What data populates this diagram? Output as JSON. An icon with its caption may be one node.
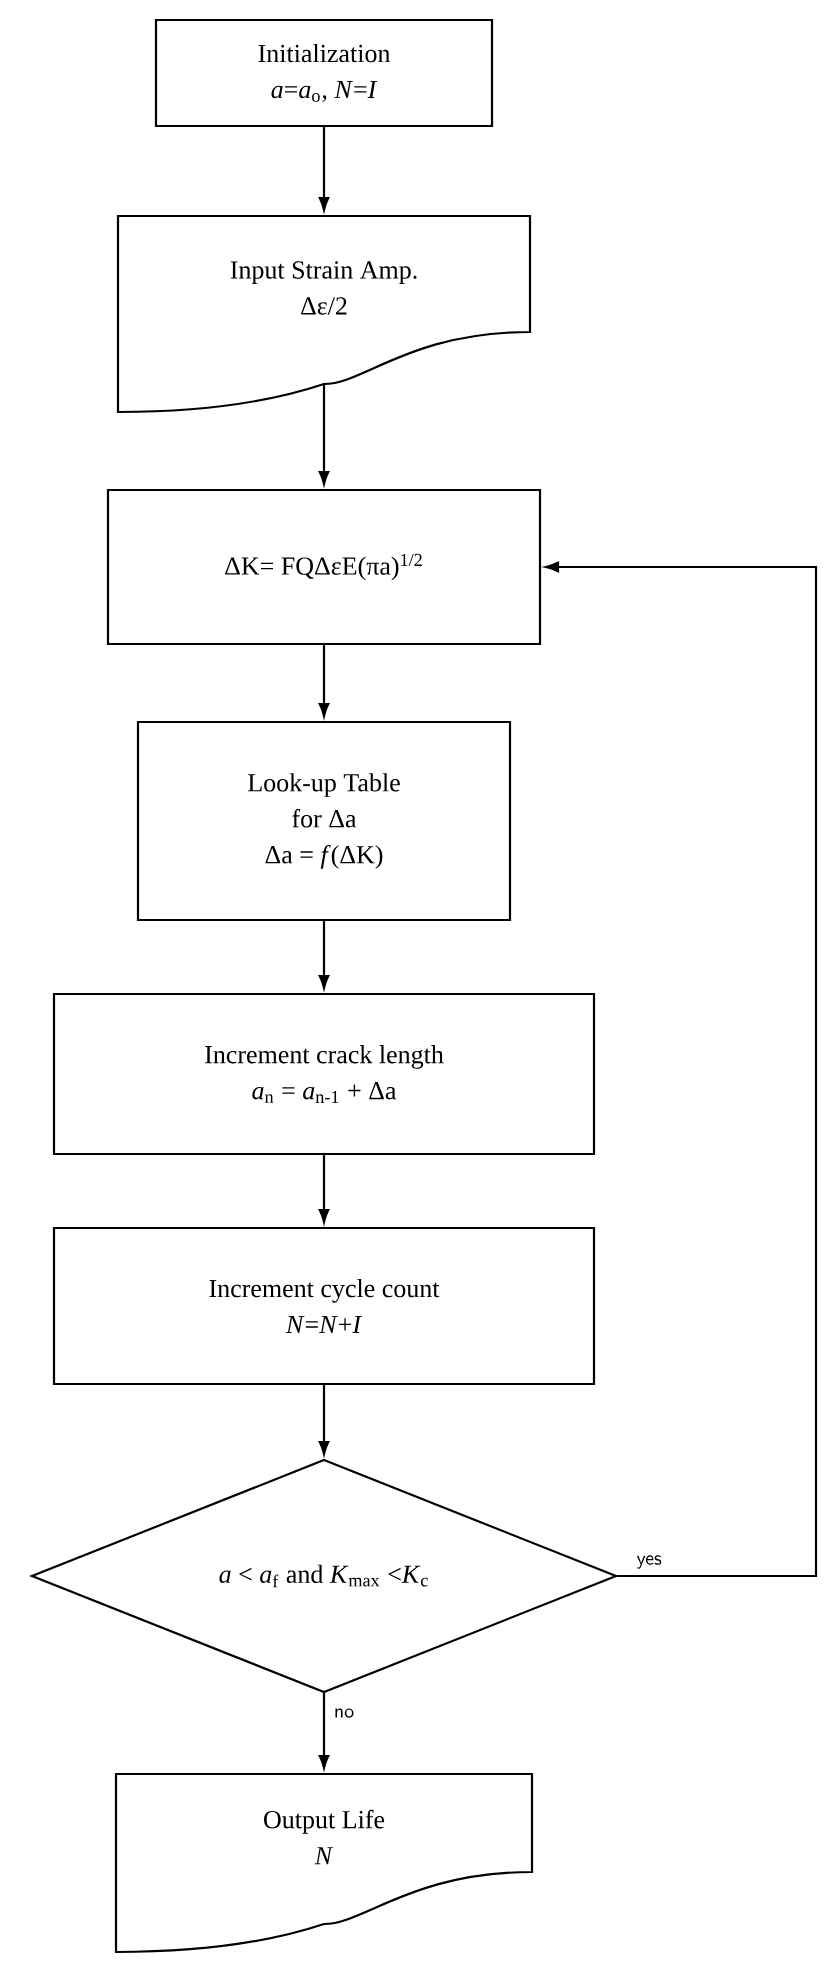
{
  "diagram": {
    "nodes": [
      {
        "text": [
          "Initialization",
          "*a*=*a*$_{o}$, *N*=*I*"
        ]
      },
      {
        "text": [
          "Input Strain Amp.",
          "Δε/2"
        ]
      },
      {
        "text": [
          "ΔK= FQΔεE(πa)$^{1/2}$"
        ]
      },
      {
        "text": [
          "Look-up Table",
          "for Δa",
          "Δa = *f*(ΔK)"
        ]
      },
      {
        "text": [
          "Increment crack length",
          "*a*$_{n}$ = *a*$_{n-1}$ + Δa"
        ]
      },
      {
        "text": [
          "Increment cycle count",
          "*N*=*N*+*I*"
        ]
      },
      {
        "text": [
          "*a* < *a*$_{f}$  and  *K*$_{max}$ <*K*$_{c}$"
        ]
      },
      {
        "text": [
          "Output Life",
          "*N*"
        ]
      }
    ],
    "edges": [
      {
        "from": 0,
        "to": 1,
        "arrow": "to"
      },
      {
        "from": 1,
        "to": 2,
        "arrow": "to"
      },
      {
        "from": 2,
        "to": 3,
        "arrow": "to"
      },
      {
        "from": 3,
        "to": 4,
        "arrow": "to"
      },
      {
        "from": 4,
        "to": 5,
        "arrow": "to"
      },
      {
        "from": 5,
        "to": 6,
        "arrow": "to"
      },
      {
        "from": 6,
        "to": 2,
        "arrow": "to",
        "label": "yes"
      },
      {
        "from": 6,
        "to": 7,
        "arrow": "to",
        "label": "no"
      }
    ]
  }
}
